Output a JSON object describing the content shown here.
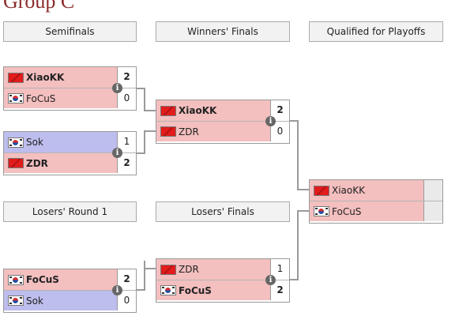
{
  "group_title": "Group C",
  "headers": {
    "semifinals": "Semifinals",
    "winners_finals": "Winners' Finals",
    "qualified": "Qualified for Playoffs",
    "losers_round1": "Losers' Round 1",
    "losers_finals": "Losers' Finals"
  },
  "info_glyph": "i",
  "colors": {
    "china_row": "#f4bfbf",
    "korea_row": "#bdbdee",
    "group_title": "#8b2b2b"
  },
  "matches": {
    "semi1": {
      "p1": {
        "name": "XiaoKK",
        "flag": "china-flag-icon",
        "score": "2"
      },
      "p2": {
        "name": "FoCuS",
        "flag": "korea-flag-icon",
        "score": "0"
      }
    },
    "semi2": {
      "p1": {
        "name": "Sok",
        "flag": "korea-flag-icon",
        "score": "1"
      },
      "p2": {
        "name": "ZDR",
        "flag": "china-flag-icon",
        "score": "2"
      }
    },
    "winners_final": {
      "p1": {
        "name": "XiaoKK",
        "flag": "china-flag-icon",
        "score": "2"
      },
      "p2": {
        "name": "ZDR",
        "flag": "china-flag-icon",
        "score": "0"
      }
    },
    "losers_r1": {
      "p1": {
        "name": "FoCuS",
        "flag": "korea-flag-icon",
        "score": "2"
      },
      "p2": {
        "name": "Sok",
        "flag": "korea-flag-icon",
        "score": "0"
      }
    },
    "losers_final": {
      "p1": {
        "name": "ZDR",
        "flag": "china-flag-icon",
        "score": "1"
      },
      "p2": {
        "name": "FoCuS",
        "flag": "korea-flag-icon",
        "score": "2"
      }
    },
    "qualified": {
      "p1": {
        "name": "XiaoKK",
        "flag": "china-flag-icon"
      },
      "p2": {
        "name": "FoCuS",
        "flag": "korea-flag-icon"
      }
    }
  }
}
